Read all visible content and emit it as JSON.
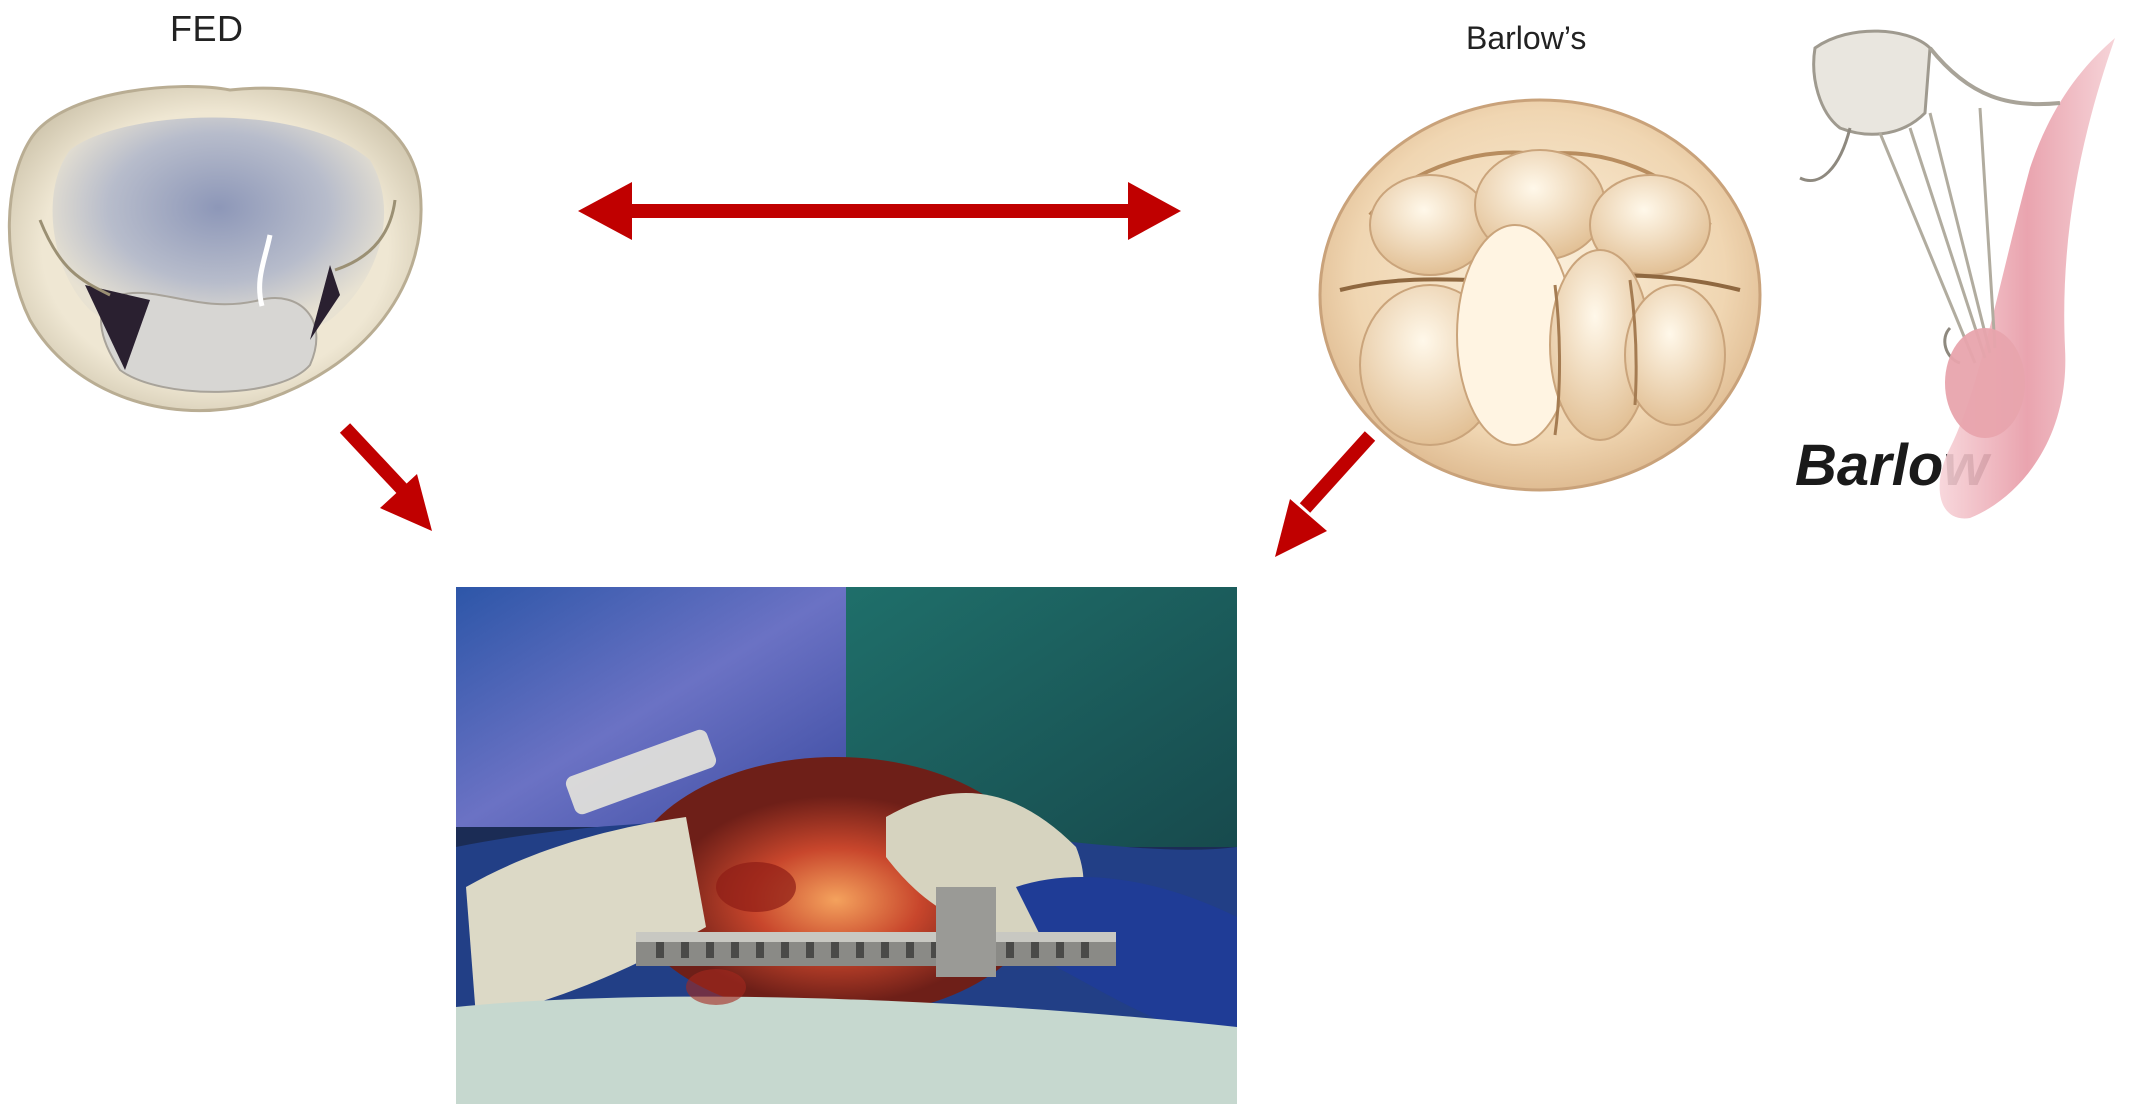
{
  "labels": {
    "fed": "FED",
    "barlows": "Barlow’s",
    "barlow_caption": "Barlow"
  },
  "colors": {
    "arrow": "#c00000",
    "valve_cream": "#f1dcc0",
    "valve_shadow": "#c9a882",
    "fed_bluegray": "#a9b3c8",
    "tissue_pink": "#e8a4ad",
    "drape_blue": "#2a4f9a",
    "drape_green": "#1f6f6a",
    "glove": "#d9d4c0",
    "blood": "#b3261e"
  },
  "icons": {
    "arrow_double": "double-headed-arrow",
    "arrow_diag_left": "diagonal-arrow-down-right",
    "arrow_diag_right": "diagonal-arrow-down-left"
  }
}
